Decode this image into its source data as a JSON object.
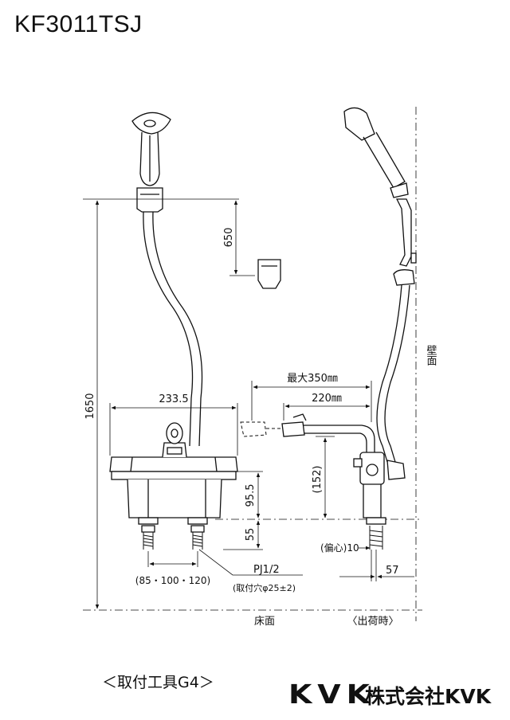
{
  "title": "KF3011TSJ",
  "dimensions": {
    "total_height": "1650",
    "hook_height": "650",
    "body_width": "233.5",
    "body_height": "95.5",
    "leg_height": "55",
    "spacing": "(85・100・120)",
    "pipe": "PJ1/2",
    "hole": "(取付穴φ25±2)",
    "max_reach": "最大350㎜",
    "spout_reach": "220㎜",
    "spout_height": "(152)",
    "offset": "(偏心)10",
    "wall_dist": "57"
  },
  "labels": {
    "wall": "壁面",
    "floor": "床面",
    "shipping": "〈出荷時〉"
  },
  "tool_label": "＜取付工具G4＞",
  "brand": {
    "logo": "KVK",
    "company": "株式会社KVK"
  }
}
